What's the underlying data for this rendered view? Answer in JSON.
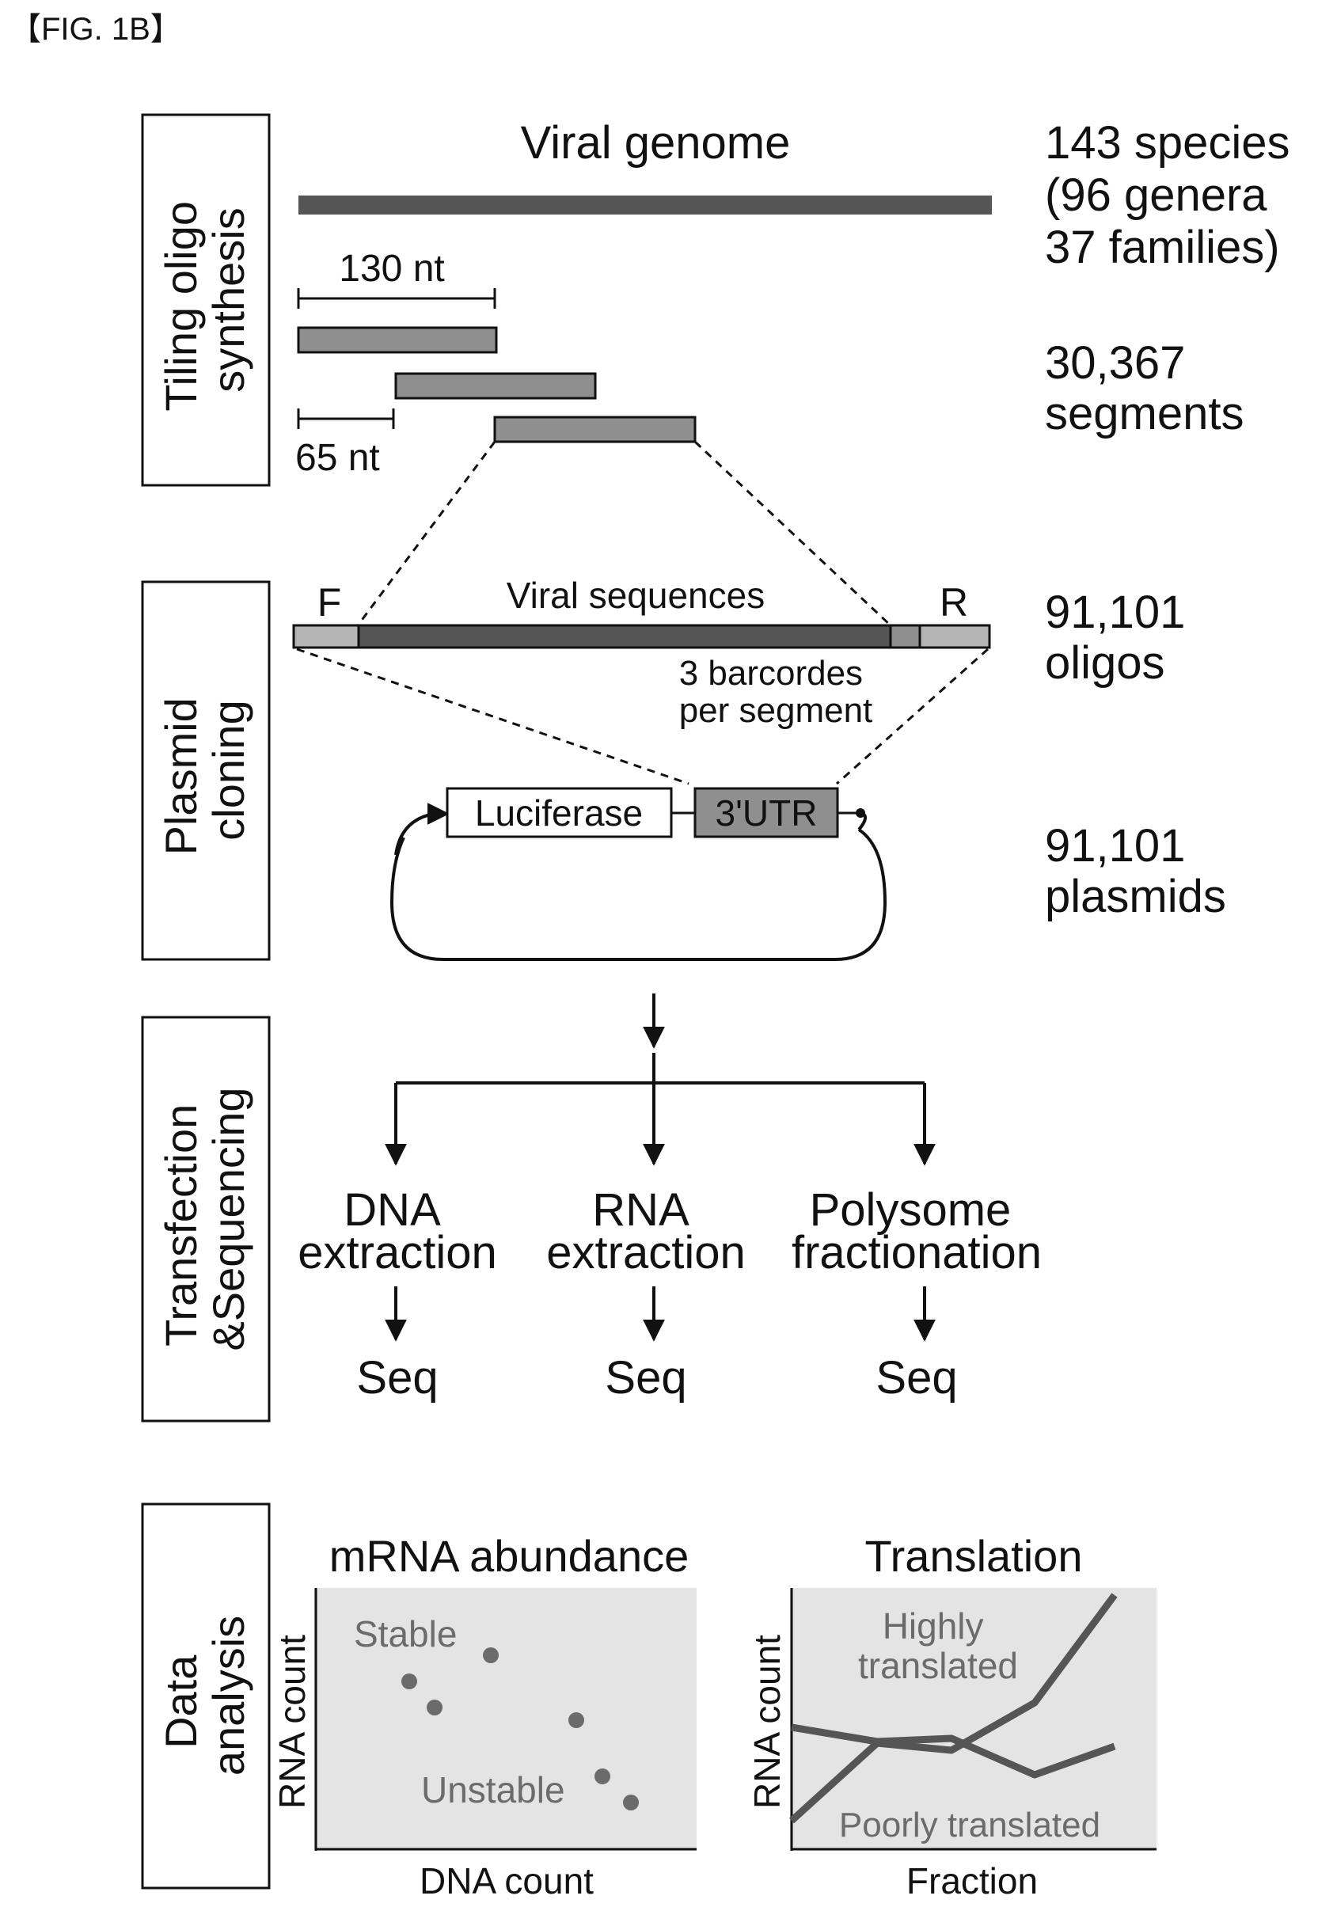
{
  "figure_label": "【FIG. 1B】",
  "colors": {
    "ink": "#111111",
    "dark_bar": "#555555",
    "mid_bar": "#8f8f8f",
    "light_bar": "#b5b5b5",
    "panel_fill": "#e4e4e4",
    "annotation": "#6b6b6b"
  },
  "sections": {
    "tiling": {
      "label_lines": [
        "Tiling oligo",
        "synthesis"
      ],
      "genome_title": "Viral genome",
      "len_130": "130 nt",
      "len_65": "65 nt",
      "count_species": [
        "143 species",
        "(96 genera",
        "37 families)"
      ],
      "count_segments": [
        "30,367",
        "segments"
      ]
    },
    "cloning": {
      "label_lines": [
        "Plasmid",
        "cloning"
      ],
      "f_label": "F",
      "r_label": "R",
      "viral_seq": "Viral sequences",
      "barcodes": [
        "3 barcordes",
        "per segment"
      ],
      "luciferase": "Luciferase",
      "utr": "3'UTR",
      "count_oligos": [
        "91,101",
        "oligos"
      ],
      "count_plasmids": [
        "91,101",
        "plasmids"
      ]
    },
    "sequencing": {
      "label_lines": [
        "Transfection",
        "&Sequencing"
      ],
      "branches": [
        {
          "lines": [
            "DNA",
            "extraction"
          ],
          "seq": "Seq"
        },
        {
          "lines": [
            "RNA",
            "extraction"
          ],
          "seq": "Seq"
        },
        {
          "lines": [
            "Polysome",
            "fractionation"
          ],
          "seq": "Seq"
        }
      ]
    },
    "analysis": {
      "label_lines": [
        "Data",
        "analysis"
      ],
      "left_title": "mRNA abundance",
      "left_ylabel": "RNA count",
      "left_xlabel": "DNA count",
      "stable": "Stable",
      "unstable": "Unstable",
      "right_title": "Translation",
      "right_ylabel": "RNA count",
      "right_xlabel": "Fraction",
      "highly": [
        "Highly",
        "translated"
      ],
      "poorly": "Poorly translated"
    }
  }
}
